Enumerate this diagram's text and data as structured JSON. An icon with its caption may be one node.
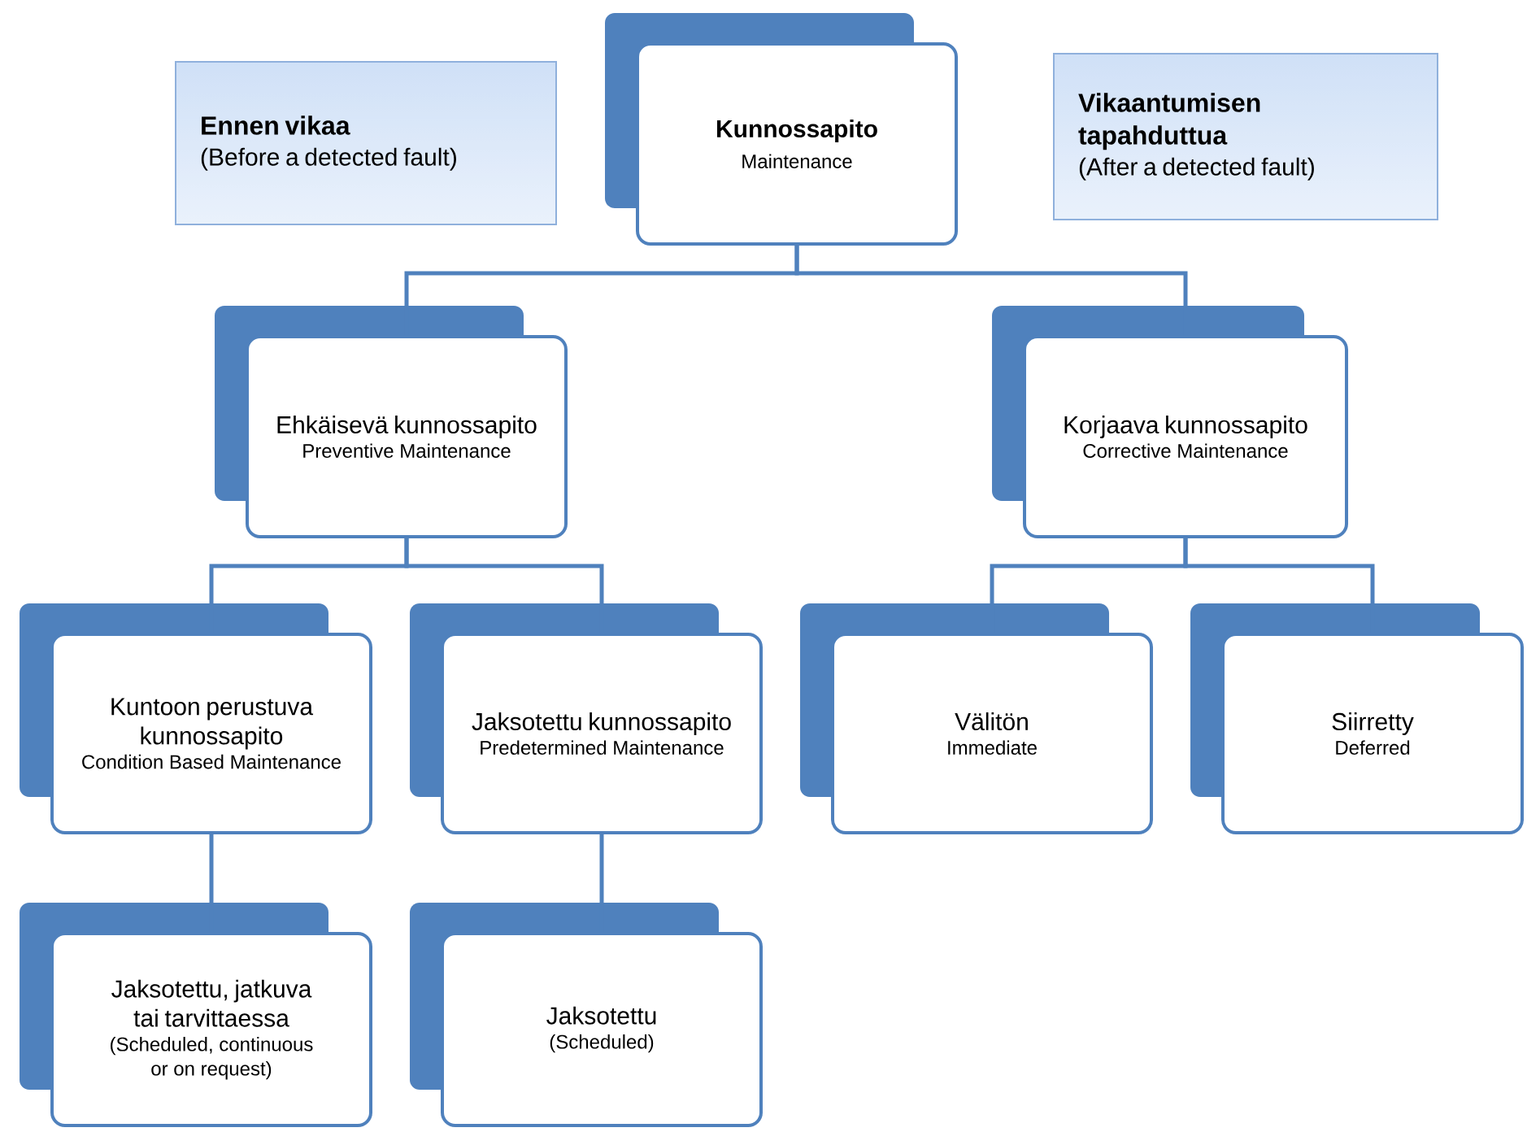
{
  "diagram": {
    "nodes": [
      {
        "text": [
          "Kunnossapito",
          "Maintenance"
        ]
      },
      {
        "text": [
          "Ennen vikaa",
          "(Before a detected fault)"
        ]
      },
      {
        "text": [
          "Vikaantumisen tapahduttua",
          "(After a detected fault)"
        ]
      },
      {
        "text": [
          "Ehkäisevä kunnossapito",
          "Preventive Maintenance"
        ]
      },
      {
        "text": [
          "Korjaava kunnossapito",
          "Corrective Maintenance"
        ]
      },
      {
        "text": [
          "Kuntoon perustuva kunnossapito",
          "Condition Based Maintenance"
        ]
      },
      {
        "text": [
          "Jaksotettu kunnossapito",
          "Predetermined Maintenance"
        ]
      },
      {
        "text": [
          "Välitön",
          "Immediate"
        ]
      },
      {
        "text": [
          "Siirretty",
          "Deferred"
        ]
      },
      {
        "text": [
          "Jaksotettu, jatkuva tai tarvittaessa",
          "(Scheduled, continuous or on request)"
        ]
      },
      {
        "text": [
          "Jaksotettu",
          "(Scheduled)"
        ]
      }
    ],
    "edges": [
      {
        "from": 0,
        "to": 3,
        "arrow": "none"
      },
      {
        "from": 0,
        "to": 4,
        "arrow": "none"
      },
      {
        "from": 3,
        "to": 5,
        "arrow": "none"
      },
      {
        "from": 3,
        "to": 6,
        "arrow": "none"
      },
      {
        "from": 4,
        "to": 7,
        "arrow": "none"
      },
      {
        "from": 4,
        "to": 8,
        "arrow": "none"
      },
      {
        "from": 5,
        "to": 9,
        "arrow": "none"
      },
      {
        "from": 6,
        "to": 10,
        "arrow": "none"
      }
    ]
  }
}
